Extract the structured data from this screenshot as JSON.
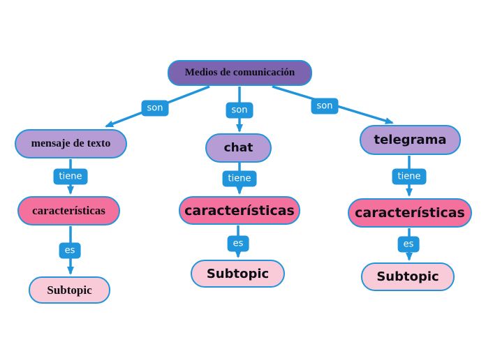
{
  "colors": {
    "accent_blue": "#2095db",
    "root_fill": "#7c64af",
    "topic_fill": "#b59cd4",
    "mid_fill": "#f4719d",
    "leaf_fill": "#f9cad8",
    "label_text": "#ffffff",
    "node_text": "#0d0d14",
    "background": "#ffffff"
  },
  "map": {
    "root_label": "Medios de comunicación",
    "branches": [
      {
        "link1": "son",
        "topic": "mensaje de texto",
        "link2": "tiene",
        "mid": "características",
        "link3": "es",
        "leaf": "Subtopic"
      },
      {
        "link1": "son",
        "topic": "chat",
        "link2": "tiene",
        "mid": "características",
        "link3": "es",
        "leaf": "Subtopic"
      },
      {
        "link1": "son",
        "topic": "telegrama",
        "link2": "tiene",
        "mid": "características",
        "link3": "es",
        "leaf": "Subtopic"
      }
    ]
  }
}
